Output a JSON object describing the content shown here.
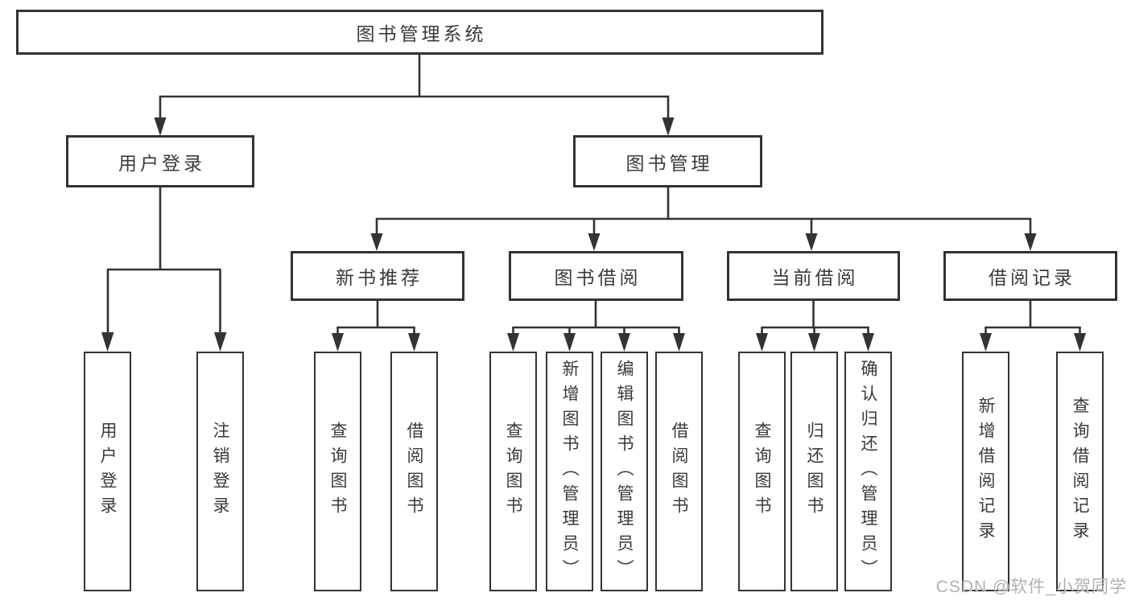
{
  "diagram": {
    "root": {
      "label": "图书管理系统"
    },
    "level2": [
      {
        "label": "用户登录"
      },
      {
        "label": "图书管理"
      }
    ],
    "level3": [
      {
        "label": "新书推荐"
      },
      {
        "label": "图书借阅"
      },
      {
        "label": "当前借阅"
      },
      {
        "label": "借阅记录"
      }
    ],
    "leaves": {
      "user_login": [
        "用户登录",
        "注销登录"
      ],
      "new_book": [
        "查询图书",
        "借阅图书"
      ],
      "book_borrow": [
        "查询图书",
        "新增图书（管理员）",
        "编辑图书（管理员）",
        "借阅图书"
      ],
      "current_borrow": [
        "查询图书",
        "归还图书",
        "确认归还（管理员）"
      ],
      "borrow_record": [
        "新增借阅记录",
        "查询借阅记录"
      ]
    },
    "watermark": "CSDN @软件_小贺同学",
    "colors": {
      "line": "#333333",
      "text": "#3a3a3a",
      "background": "#ffffff",
      "watermark": "#a8a8a8"
    }
  }
}
